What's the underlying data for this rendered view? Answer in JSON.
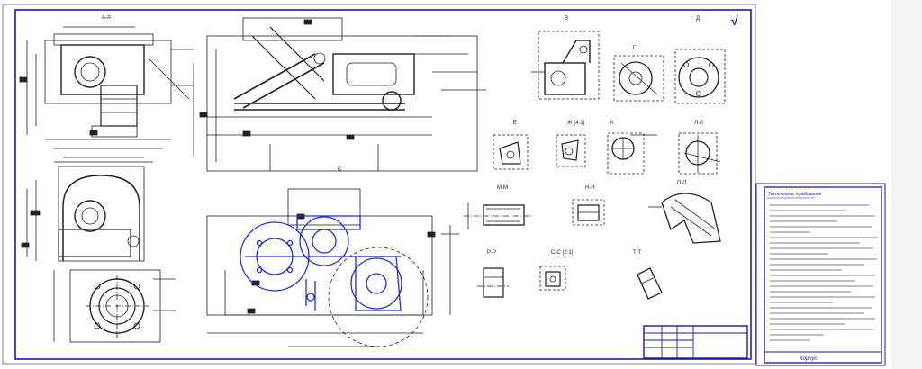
{
  "colors": {
    "sheet_border": "#1a1aa6",
    "ink": "#1a1a1a",
    "blue_overlay": "#1f2fd6",
    "background": "#ffffff",
    "right_gutter": "#f2f2f2"
  },
  "main_sheet": {
    "views": [
      {
        "id": "a-a",
        "label": "A-A"
      },
      {
        "id": "b",
        "label": "Б"
      },
      {
        "id": "v",
        "label": "В"
      },
      {
        "id": "g",
        "label": "Г"
      },
      {
        "id": "d",
        "label": "Д"
      },
      {
        "id": "e",
        "label": "Е"
      },
      {
        "id": "zh",
        "label": "Ж (4:1)"
      },
      {
        "id": "k",
        "label": "К"
      },
      {
        "id": "l-l",
        "label": "Л-Л"
      },
      {
        "id": "m-m",
        "label": "М-М"
      },
      {
        "id": "n-n",
        "label": "Н-Н"
      },
      {
        "id": "p-p",
        "label": "П-П"
      },
      {
        "id": "r-r",
        "label": "Р-Р"
      },
      {
        "id": "s-s",
        "label": "С-С (2:1)"
      },
      {
        "id": "t-t",
        "label": "Т-Т"
      }
    ],
    "corner_mark": "√"
  },
  "spec_sheet": {
    "title": "Технические требования"
  },
  "spec_sheet_footer": "Корпус"
}
